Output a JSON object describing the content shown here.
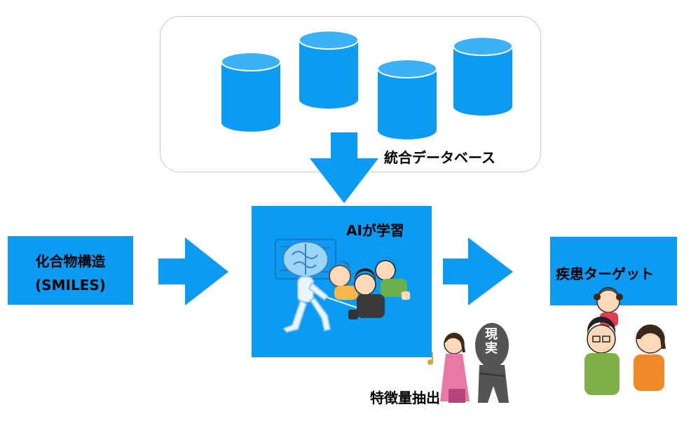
{
  "database": {
    "label": "統合データベース"
  },
  "input": {
    "line1": "化合物構造",
    "line2": "(SMILES)"
  },
  "ai": {
    "label": "AIが学習"
  },
  "target": {
    "label": "疾患ターゲット"
  },
  "feature": {
    "label": "特徴量抽出"
  },
  "reality_sign": {
    "line1": "現",
    "line2": "実"
  },
  "colors": {
    "accent": "#0b9bf2",
    "panel_border": "#c8c8c8"
  }
}
